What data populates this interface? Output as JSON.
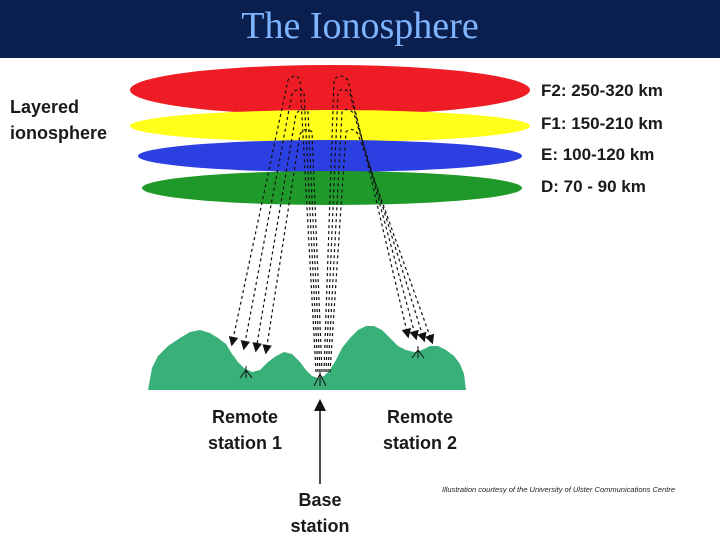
{
  "title": "The Ionosphere",
  "left_label": {
    "line1": "Layered",
    "line2": "ionosphere"
  },
  "layers": [
    {
      "label": "F2: 250-320 km",
      "color": "#ee1c25"
    },
    {
      "label": "F1: 150-210 km",
      "color": "#ffff1a"
    },
    {
      "label": "E:   100-120 km",
      "color": "#2c3fe0"
    },
    {
      "label": "D:   70  -  90 km",
      "color": "#1f9a2a"
    }
  ],
  "terrain_color": "#3ab079",
  "stations": {
    "remote1": {
      "line1": "Remote",
      "line2": "station 1"
    },
    "remote2": {
      "line1": "Remote",
      "line2": "station 2"
    },
    "base": {
      "line1": "Base",
      "line2": "station"
    }
  },
  "credit": "Illustration courtesy of the University of Ulster Communications Centre"
}
